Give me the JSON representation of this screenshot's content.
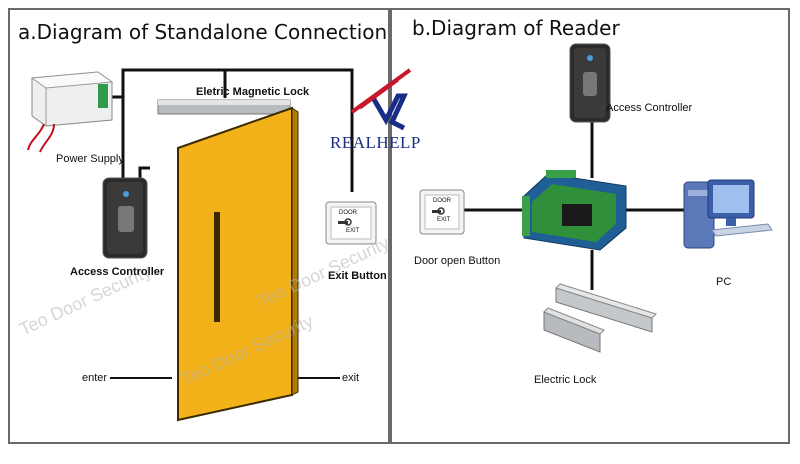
{
  "panel_a": {
    "title": "a.Diagram of Standalone Connection",
    "labels": {
      "power_supply": "Power Supply",
      "magnetic_lock": "Eletric Magnetic Lock",
      "access_controller": "Access Controller",
      "exit_button": "Exit Button",
      "enter": "enter",
      "exit": "exit"
    },
    "watermark": "Teo Door Security"
  },
  "panel_b": {
    "title": "b.Diagram of Reader",
    "labels": {
      "access_controller": "Access Controller",
      "door_open_button": "Door open Button",
      "pc": "PC",
      "electric_lock": "Electric Lock"
    }
  },
  "logo": {
    "text": "REALHELP",
    "color": "#1a2d86",
    "accent": "#c8182c"
  },
  "exit_button_face": {
    "top": "DOOR",
    "bottom": "EXIT"
  },
  "colors": {
    "door": "#f3b21a",
    "door_edge": "#6b4a00",
    "wire": "#111111",
    "board": "#2f8f3a",
    "device": "#2b2b2b"
  }
}
